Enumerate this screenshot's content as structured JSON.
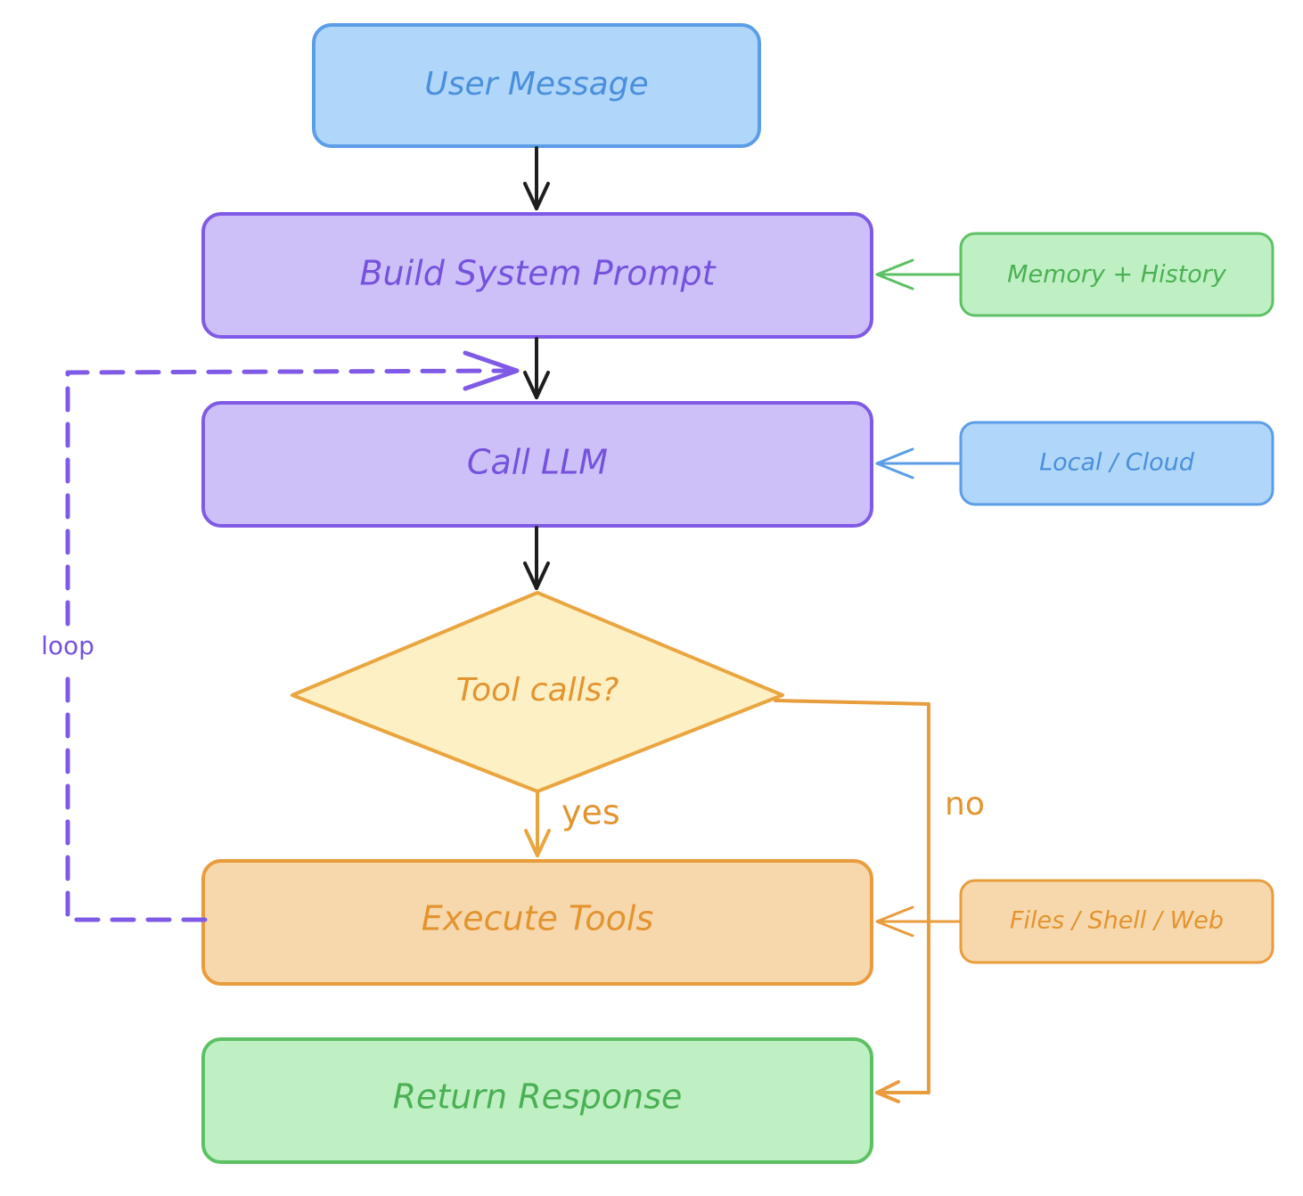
{
  "diagram": {
    "nodes": {
      "user_message": "User Message",
      "build_system_prompt": "Build System Prompt",
      "call_llm": "Call LLM",
      "tool_calls": "Tool calls?",
      "execute_tools": "Execute Tools",
      "return_response": "Return Response",
      "memory_history": "Memory + History",
      "local_cloud": "Local / Cloud",
      "files_shell_web": "Files / Shell / Web"
    },
    "edge_labels": {
      "yes": "yes",
      "no": "no",
      "loop": "loop"
    },
    "colors": {
      "blue_fill": "#b0d6fa",
      "blue_stroke": "#5b9de6",
      "blue_text": "#4a8fdc",
      "purple_fill": "#cdc0f8",
      "purple_stroke": "#7f5ae6",
      "purple_text": "#7552dd",
      "green_fill": "#bff0c3",
      "green_stroke": "#5cc064",
      "green_text": "#4bb054",
      "orange_fill": "#f7d8ad",
      "orange_stroke": "#e89c3c",
      "orange_text": "#e3942f",
      "yellow_fill": "#fcf0c4",
      "yellow_stroke": "#eaa53f",
      "arrow_black": "#1e1e1e"
    }
  }
}
